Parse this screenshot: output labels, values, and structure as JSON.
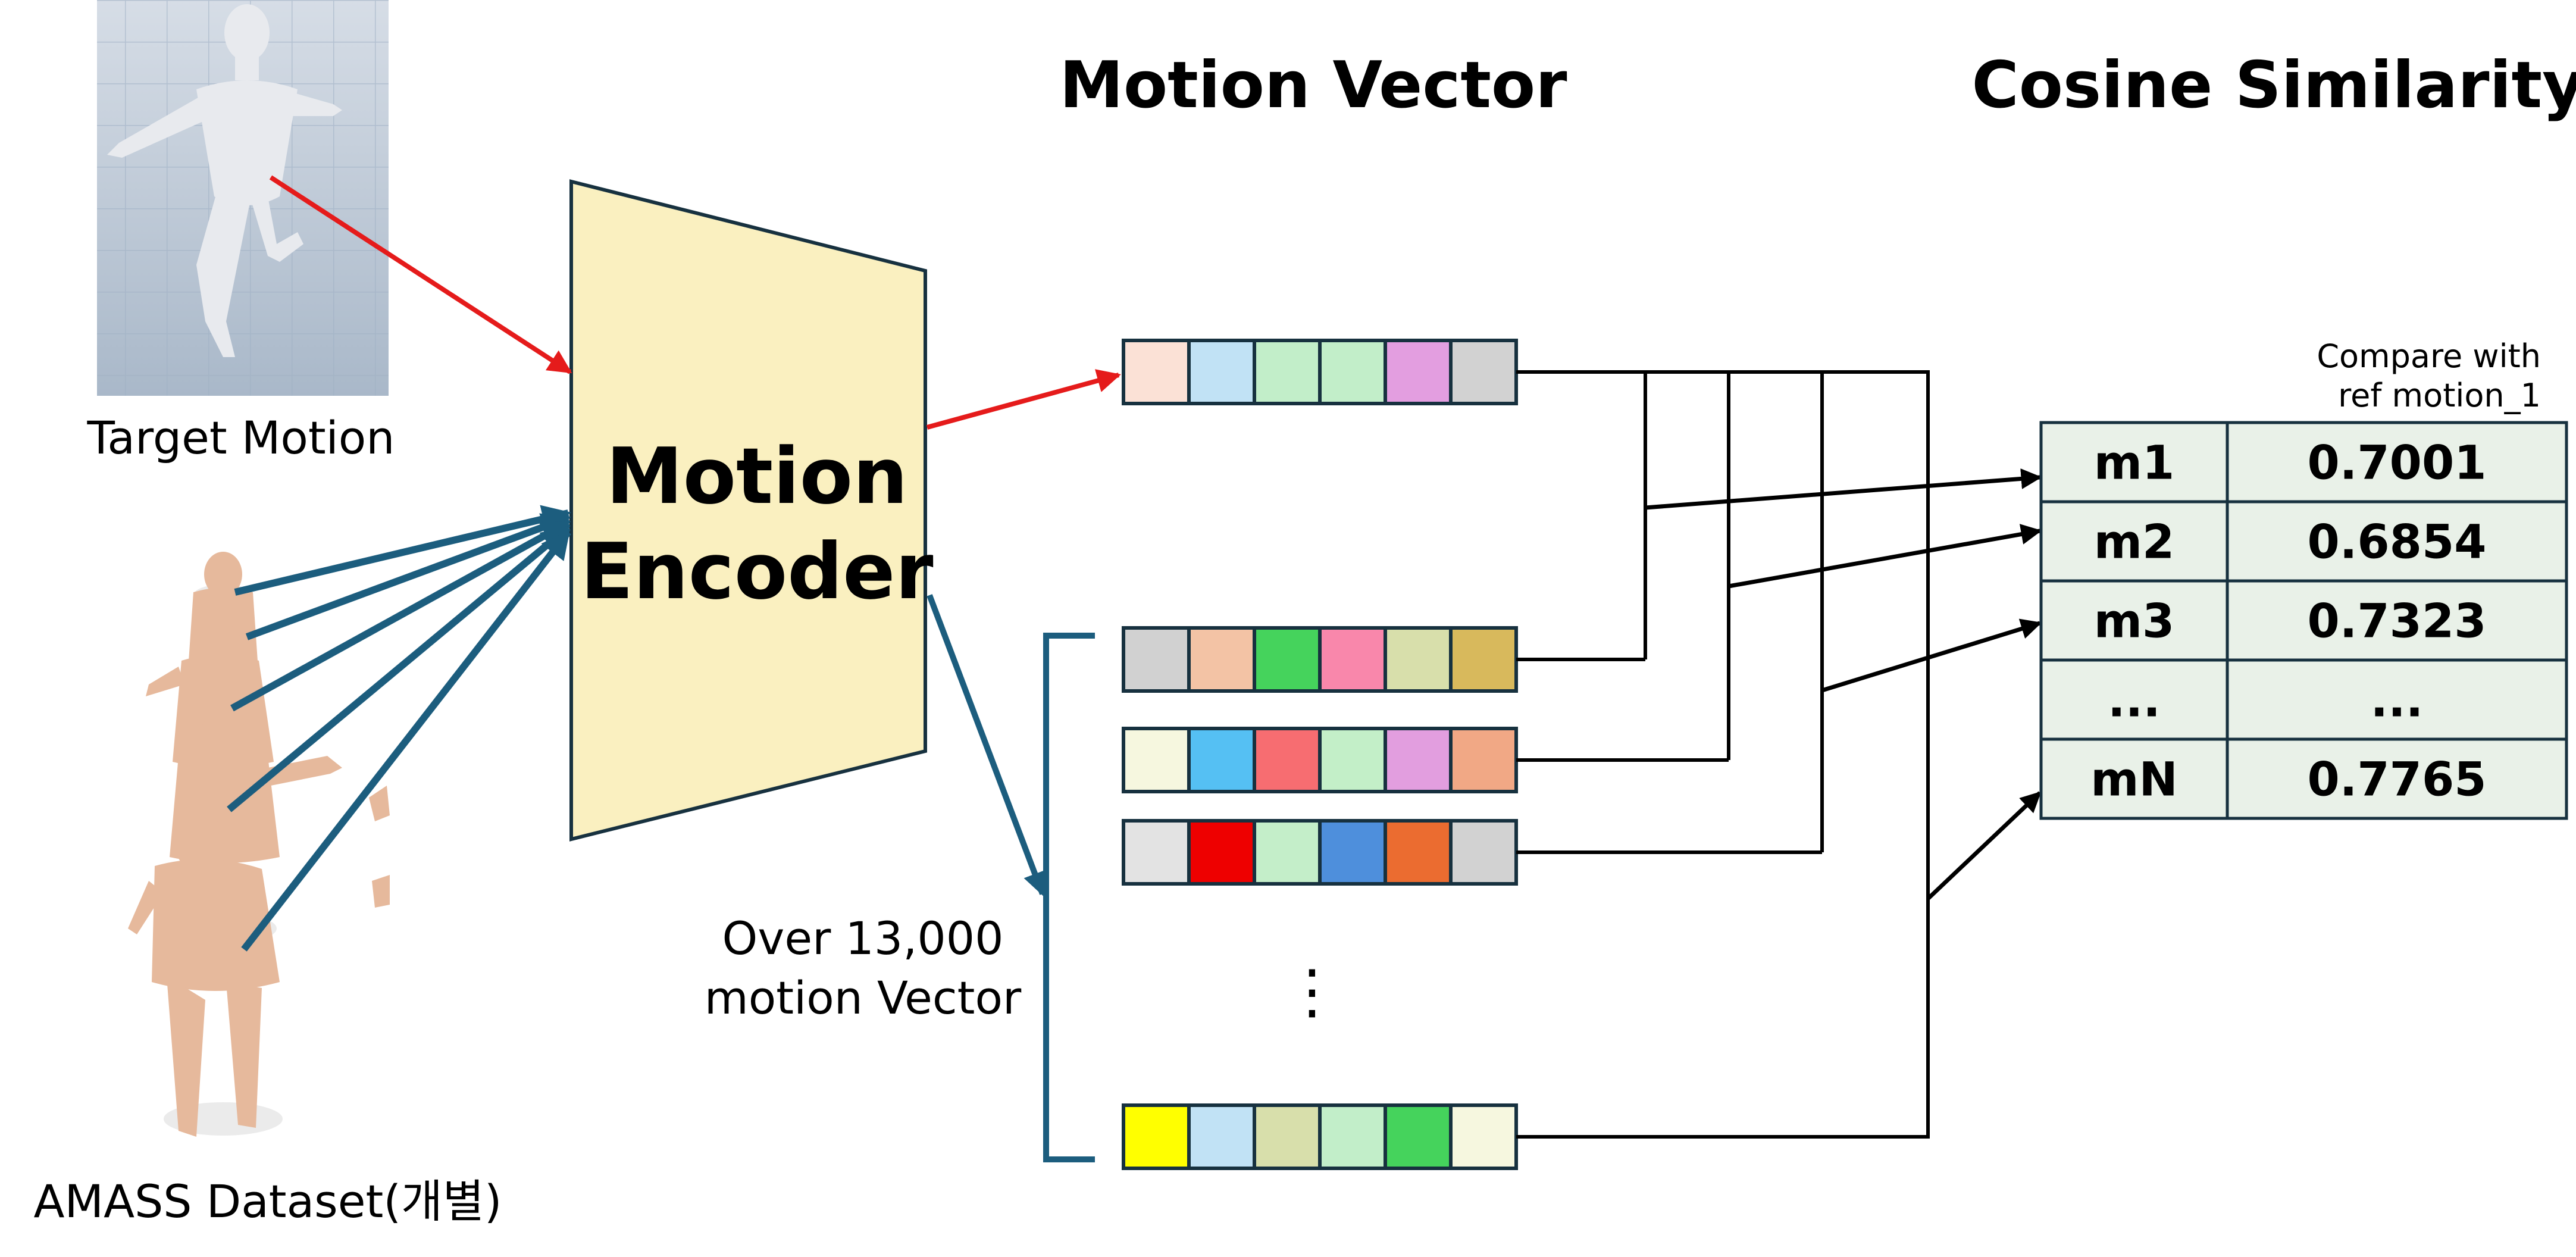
{
  "titles": {
    "motion_vector": "Motion Vector",
    "cosine_similarity": "Cosine Similarity"
  },
  "target": {
    "label": "Target Motion",
    "floor_color": "#bcc8d6",
    "figure_color": "#e8eaee"
  },
  "dataset": {
    "label": "AMASS Dataset(개별)",
    "figure_color": "#e6b99c"
  },
  "encoder": {
    "line1": "Motion",
    "line2": "Encoder",
    "fill": "#faf0c0",
    "stroke": "#17313f"
  },
  "over_label": {
    "line1": "Over 13,000",
    "line2": "motion Vector"
  },
  "ellipsis": "⋮",
  "vectors": {
    "target_vector": [
      "#fbe1d6",
      "#c1e2f5",
      "#c2eec9",
      "#c2eec9",
      "#e39ee0",
      "#d2d2d2"
    ],
    "dataset_vectors": [
      [
        "#d1d1d1",
        "#f3c3a5",
        "#45d35c",
        "#f987ab",
        "#d8dfab",
        "#d8b95c"
      ],
      [
        "#f6f7df",
        "#55c0f3",
        "#f76d71",
        "#c3efc8",
        "#e29edf",
        "#f1a885"
      ],
      [
        "#e3e3e3",
        "#ee0000",
        "#c4eec9",
        "#4e8fdc",
        "#eb6c30",
        "#d2d2d2"
      ],
      [
        "#ffff00",
        "#c1e2f5",
        "#d8dfab",
        "#c2eec9",
        "#45d35c",
        "#f6f7df"
      ]
    ]
  },
  "similarity": {
    "note_line1": "Compare with",
    "note_line2": "ref motion_1",
    "fill": "#e9f1e8",
    "rows": [
      {
        "name": "m1",
        "value": "0.7001"
      },
      {
        "name": "m2",
        "value": "0.6854"
      },
      {
        "name": "m3",
        "value": "0.7323"
      },
      {
        "name": "...",
        "value": "..."
      },
      {
        "name": "mN",
        "value": "0.7765"
      }
    ]
  },
  "colors": {
    "red_arrow": "#e51b1b",
    "blue_arrow": "#1c5d7e",
    "black_line": "#000000"
  }
}
